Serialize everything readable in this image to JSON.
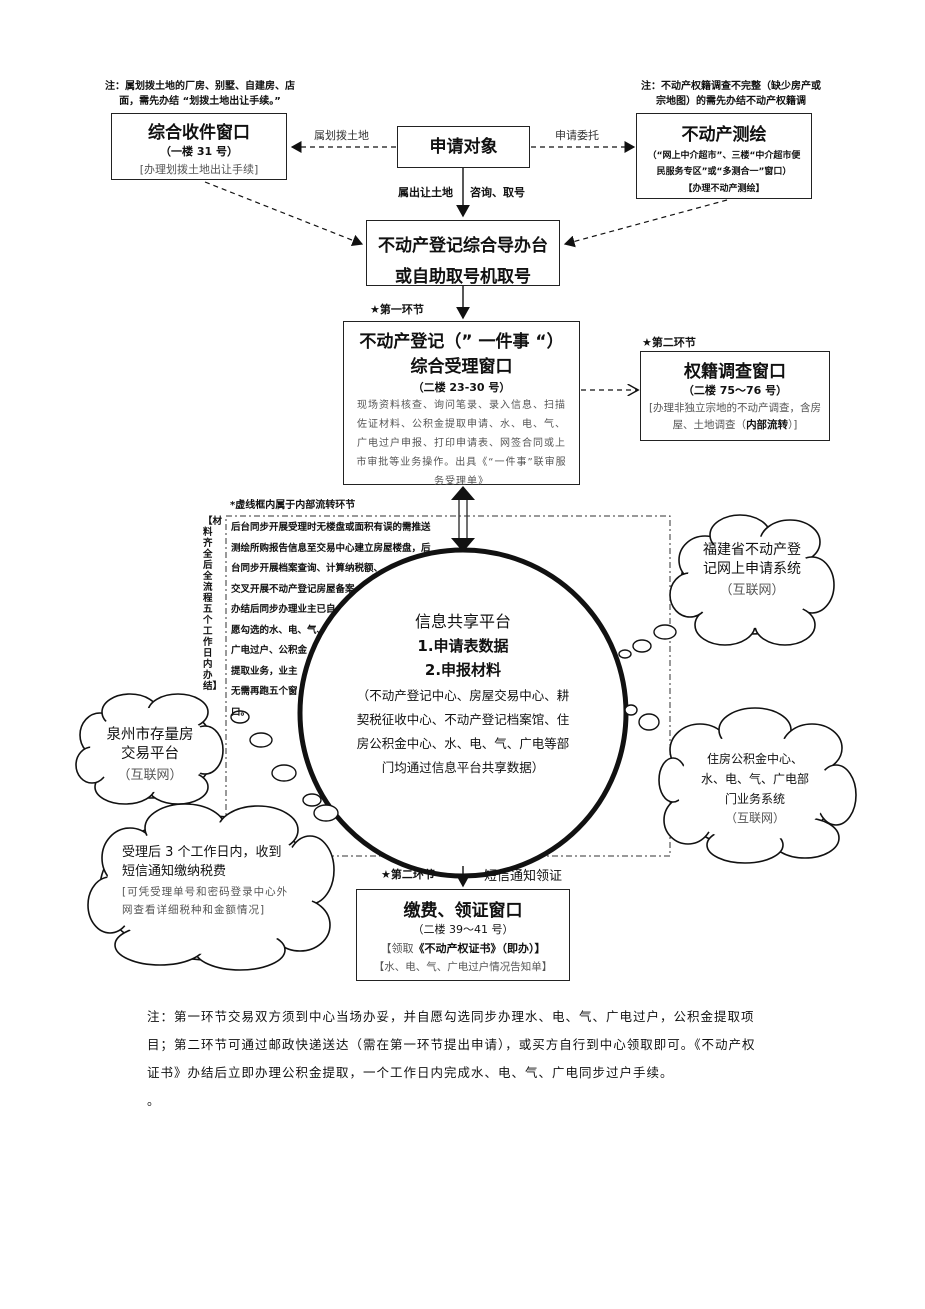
{
  "top_left_note": "注：属划拨土地的厂房、别墅、自建房、店面，需先办结 “划拨土地出让手续。”",
  "top_right_note": "注：不动产权籍调查不完整（缺少房产或宗地图）的需先办结不动产权籍调",
  "window1": {
    "title": "综合收件窗口",
    "sub": "（一楼 31 号）",
    "note": "[办理划拨土地出让手续]"
  },
  "applicant": {
    "title": "申请对象"
  },
  "survey": {
    "title": "不动产测绘",
    "sub": "（“网上中介超市”、三楼“中介超市便民服务专区”或“多测合一”窗口）",
    "note": "【办理不动产测绘】"
  },
  "edge_labels": {
    "allocated": "属划拨土地",
    "entrust": "申请委托",
    "transferred": "属出让土地",
    "consult": "咨询、取号",
    "sms": "短信通知领证"
  },
  "guide": {
    "line1": "不动产登记综合导办台",
    "line2": "或自助取号机取号"
  },
  "stage1_label": "★第一环节",
  "stage2_label_a": "★第二环节",
  "stage2_label_b": "★第二环节",
  "accept": {
    "title1": "不动产登记（” 一件事 “）",
    "title2": "综合受理窗口",
    "sub": "（二楼 23-30 号）",
    "body": "现场资料核查、询问笔录、录入信息、扫描佐证材料、公积金提取申请、水、电、气、广电过户申报、打印申请表、网签合同或上市审批等业务操作。出具《“一件事”联审服务受理单》"
  },
  "cadastral": {
    "title": "权籍调查窗口",
    "sub": "（二楼 75～76 号）",
    "note_a": "[办理非独立宗地的不动产调查，含房屋、土地调查（",
    "note_b": "内部流转",
    "note_c": "）]"
  },
  "dashed_note": "*虚线框内属于内部流转环节",
  "vertical_note": "【材料齐全后全流程五个工作日内办结】",
  "internal_lines": [
    "后台同步开展受理时无楼盘或面积有误的需推送",
    "测绘所购报告信息至交易中心建立房屋楼盘，后",
    "台同步开展档案查询、计算纳税额、",
    "交叉开展不动产登记房屋备案",
    "办结后同步办理业主已自",
    "愿勾选的水、电、气、",
    "广电过户、公积金",
    "提取业务，业主",
    "无需再跑五个窗",
    "口。"
  ],
  "platform": {
    "title": "信息共享平台",
    "item1": "1.申请表数据",
    "item2": "2.申报材料",
    "desc": "（不动产登记中心、房屋交易中心、耕契税征收中心、不动产登记档案馆、住房公积金中心、水、电、气、广电等部门均通过信息平台共享数据）"
  },
  "cloud_fujian": {
    "text": "福建省不动产登记网上申请系统",
    "sub": "（互联网）"
  },
  "cloud_quanzhou": {
    "text": "泉州市存量房交易平台",
    "sub": "（互联网）"
  },
  "cloud_fund": {
    "text": "住房公积金中心、水、电、气、广电部门业务系统",
    "sub": "（互联网）"
  },
  "cloud_sms": {
    "text": "受理后 3 个工作日内，收到短信通知缴纳税费",
    "sub": "[可凭受理单号和密码登录中心外网查看详细税种和金额情况]"
  },
  "payment": {
    "title": "缴费、领证窗口",
    "sub": "（二楼 39～41 号）",
    "note1a": "【领取",
    "note1b": "《不动产权证书》（即办）】",
    "note2": "【水、电、气、广电过户情况告知单】"
  },
  "footer": [
    "注：第一环节交易双方须到中心当场办妥，并自愿勾选同步办理水、电、气、广电过户，公积金提取项",
    "目；第二环节可通过邮政快递送达（需在第一环节提出申请），或买方自行到中心领取即可。《不动产权",
    "证书》办结后立即办理公积金提取，一个工作日内完成水、电、气、广电同步过户手续。",
    "。"
  ]
}
